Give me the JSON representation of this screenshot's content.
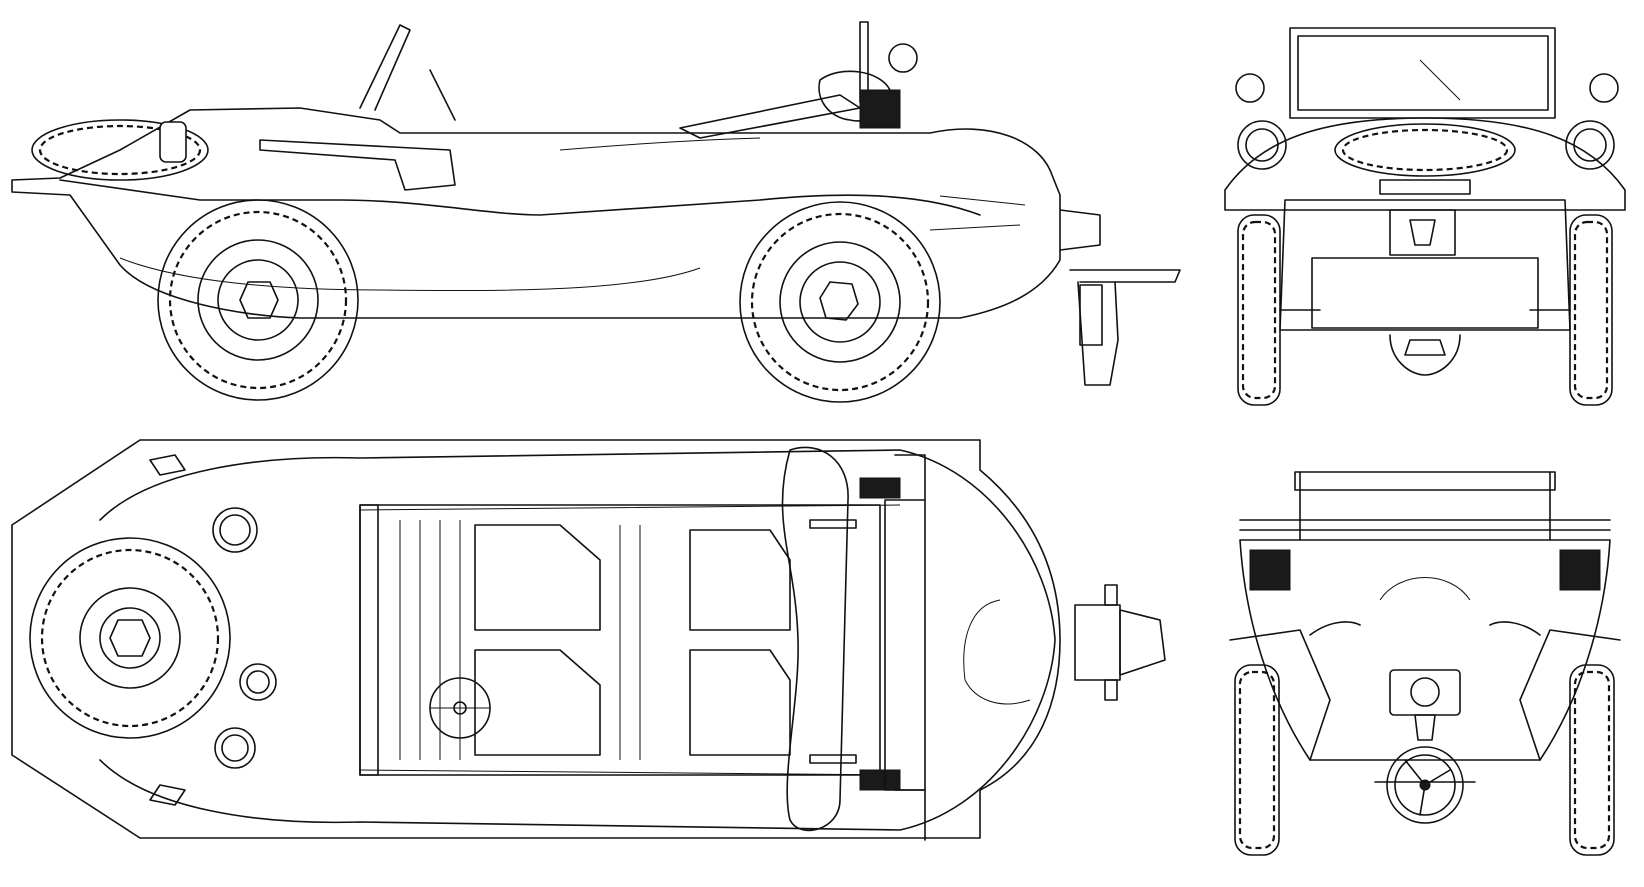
{
  "drawing": {
    "subject": "",
    "stroke_color": "#111111",
    "background_color": "#ffffff",
    "views": [
      {
        "name": "side"
      },
      {
        "name": "top"
      },
      {
        "name": "front"
      },
      {
        "name": "rear"
      }
    ]
  }
}
